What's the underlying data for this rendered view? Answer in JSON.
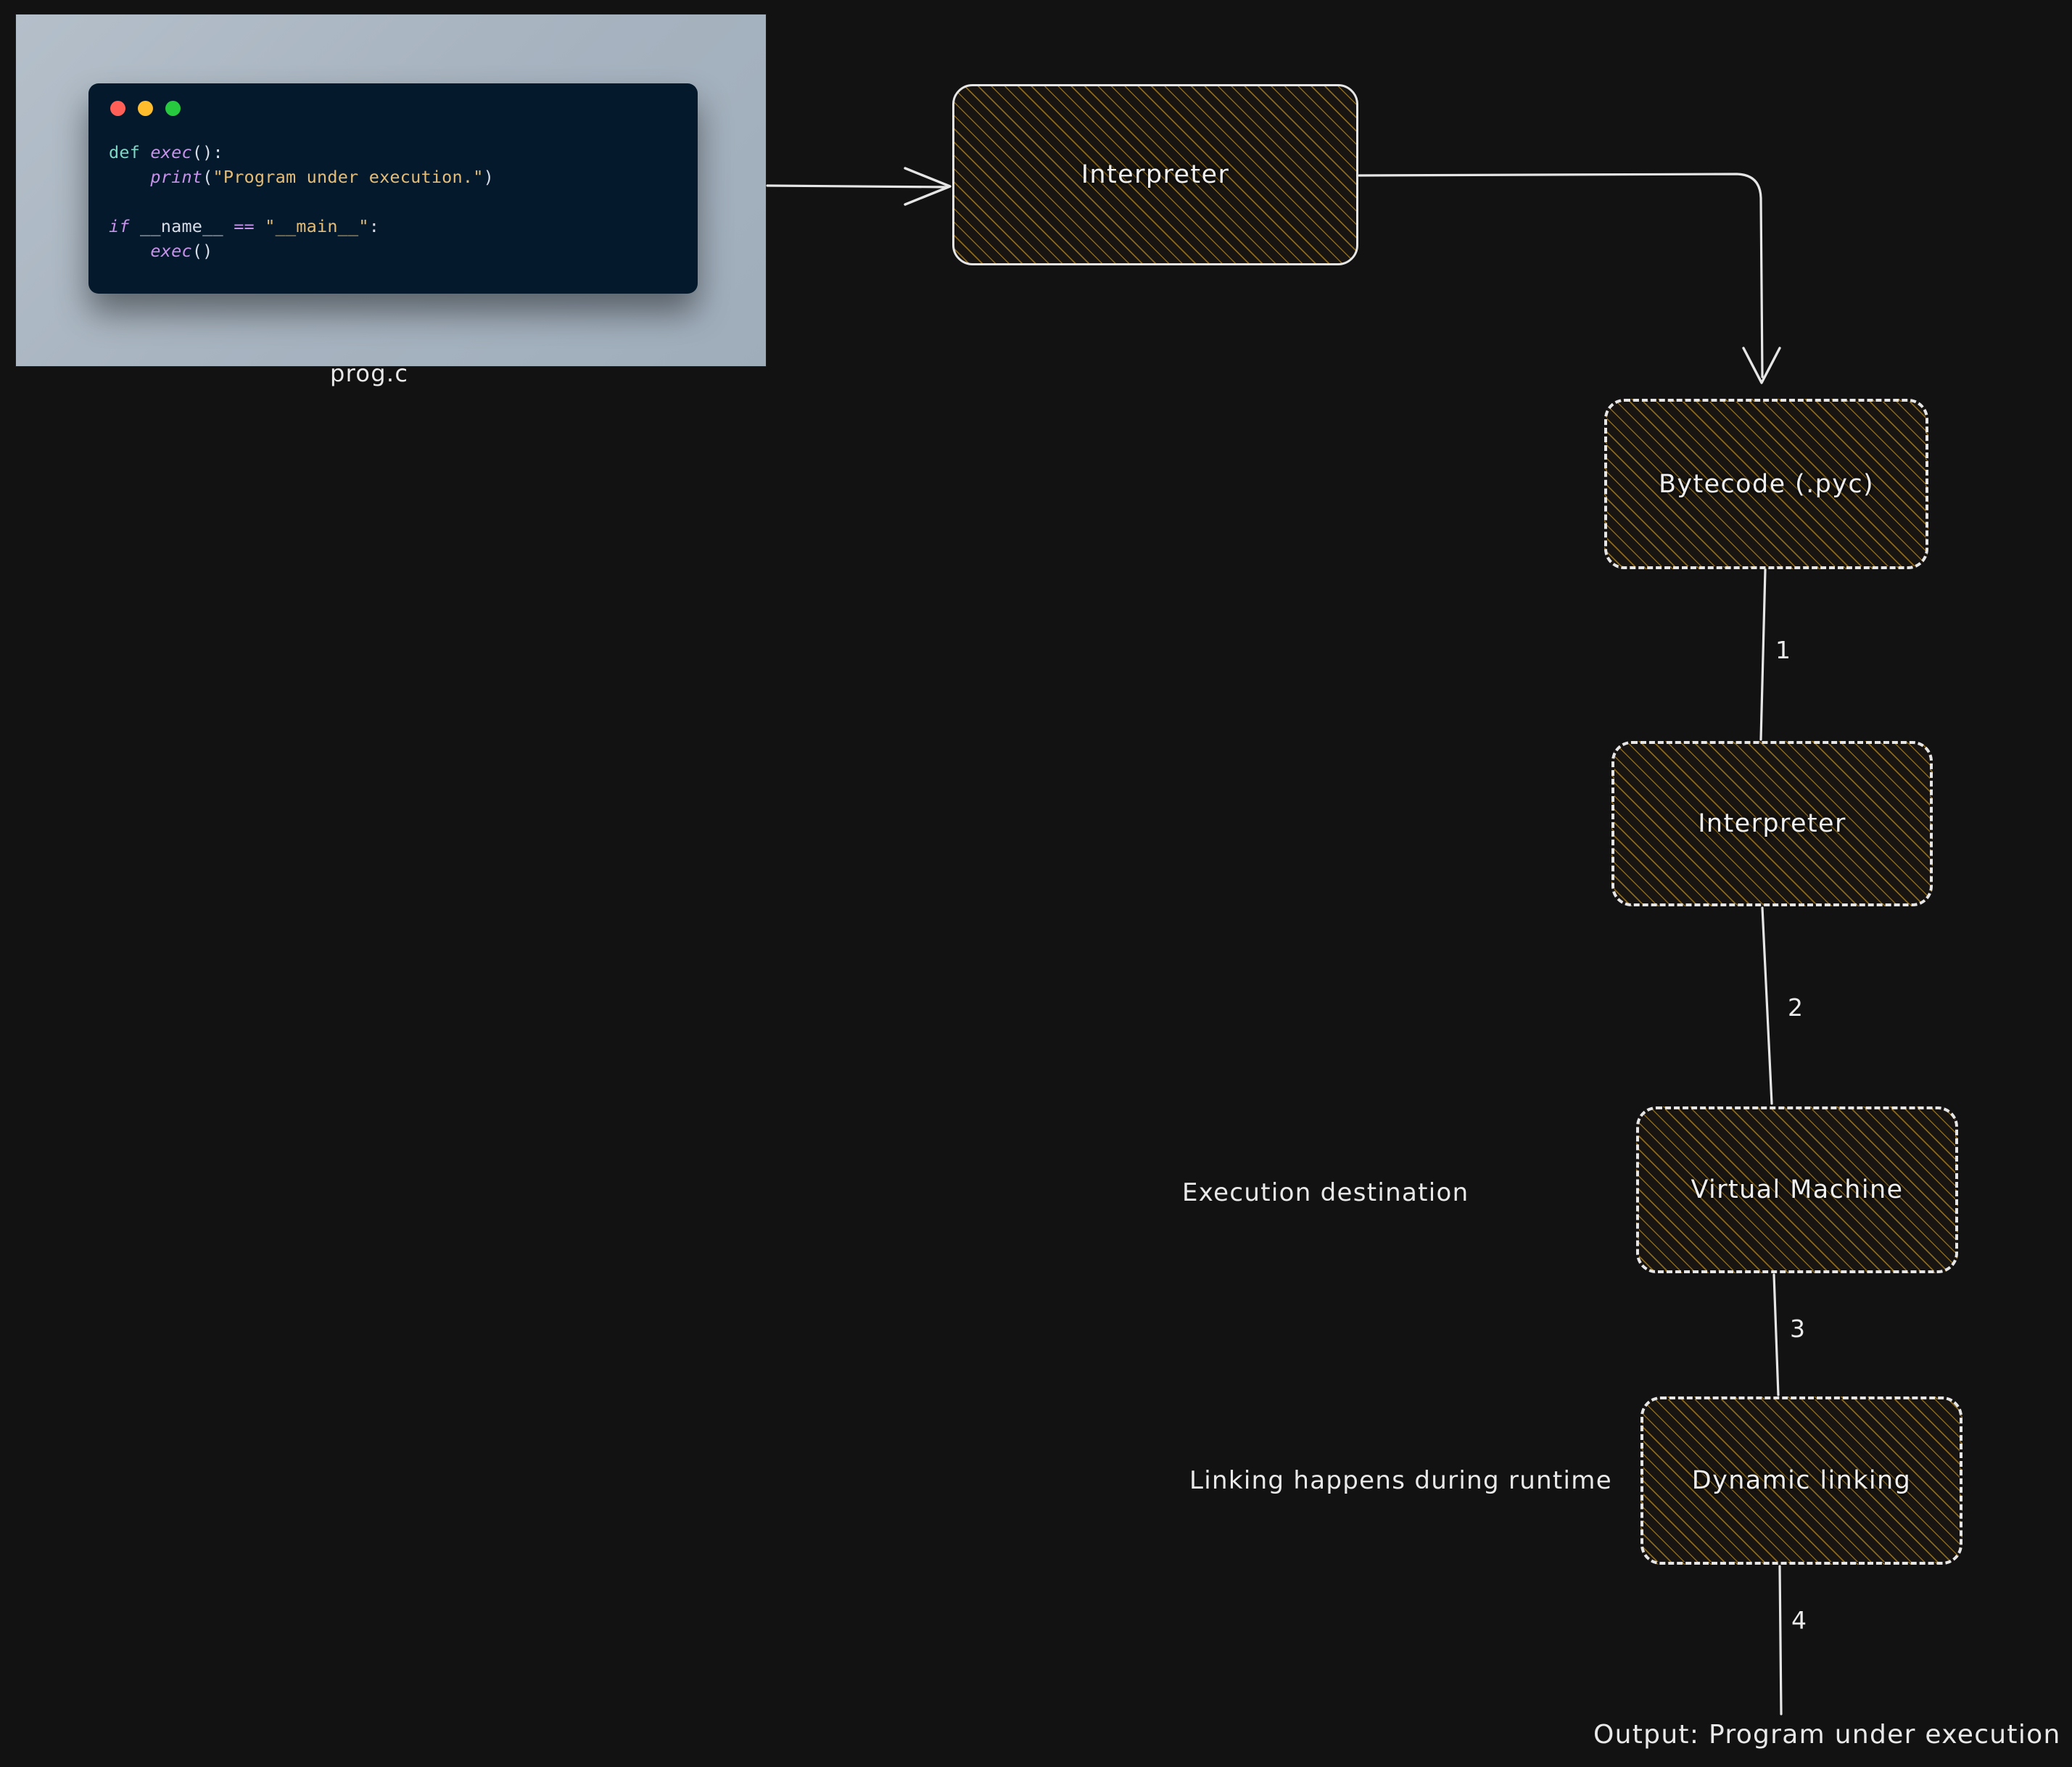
{
  "background_color": "#121212",
  "accent_hatch_color": "#a0781e",
  "stroke_color": "#e6e6e6",
  "code_card": {
    "filename_label": "prog.c",
    "window_background": "#04192b",
    "panel_background": "#aeb9c4",
    "traffic_lights": [
      {
        "name": "close-dot",
        "color": "#ff5f56"
      },
      {
        "name": "minimize-dot",
        "color": "#ffbd2e"
      },
      {
        "name": "maximize-dot",
        "color": "#27c93f"
      }
    ],
    "code_lines": [
      [
        {
          "t": "def ",
          "c": "tok-kw"
        },
        {
          "t": "exec",
          "c": "tok-fn"
        },
        {
          "t": "():",
          "c": "tok-punct"
        }
      ],
      [
        {
          "t": "    ",
          "c": "tok-punct"
        },
        {
          "t": "print",
          "c": "tok-fn"
        },
        {
          "t": "(",
          "c": "tok-punct"
        },
        {
          "t": "\"Program under execution.\"",
          "c": "tok-str"
        },
        {
          "t": ")",
          "c": "tok-punct"
        }
      ],
      [
        {
          "t": "",
          "c": "tok-punct"
        }
      ],
      [
        {
          "t": "if",
          "c": "tok-fn"
        },
        {
          "t": " __name__ ",
          "c": "tok-var"
        },
        {
          "t": "==",
          "c": "tok-op"
        },
        {
          "t": " ",
          "c": "tok-punct"
        },
        {
          "t": "\"__main__\"",
          "c": "tok-str"
        },
        {
          "t": ":",
          "c": "tok-punct"
        }
      ],
      [
        {
          "t": "    ",
          "c": "tok-punct"
        },
        {
          "t": "exec",
          "c": "tok-fn"
        },
        {
          "t": "()",
          "c": "tok-punct"
        }
      ]
    ],
    "code_plain": "def exec():\n    print(\"Program under execution.\")\n\nif __name__ == \"__main__\":\n    exec()"
  },
  "nodes": [
    {
      "id": "interpreter-1",
      "label": "Interpreter",
      "border": "solid"
    },
    {
      "id": "bytecode",
      "label": "Bytecode (.pyc)",
      "border": "dashed"
    },
    {
      "id": "interpreter-2",
      "label": "Interpreter",
      "border": "dashed"
    },
    {
      "id": "virtual-machine",
      "label": "Virtual Machine",
      "border": "dashed"
    },
    {
      "id": "dynamic-linking",
      "label": "Dynamic linking",
      "border": "dashed"
    }
  ],
  "connectors": [
    {
      "from": "prog.c",
      "to": "interpreter-1",
      "label": "",
      "arrow": true
    },
    {
      "from": "interpreter-1",
      "to": "bytecode",
      "label": "",
      "arrow": true
    },
    {
      "from": "bytecode",
      "to": "interpreter-2",
      "label": "1",
      "arrow": false
    },
    {
      "from": "interpreter-2",
      "to": "virtual-machine",
      "label": "2",
      "arrow": false
    },
    {
      "from": "virtual-machine",
      "to": "dynamic-linking",
      "label": "3",
      "arrow": false
    },
    {
      "from": "dynamic-linking",
      "to": "output",
      "label": "4",
      "arrow": false
    }
  ],
  "annotations": {
    "execution_destination": "Execution destination",
    "linking_runtime": "Linking happens during runtime",
    "output": "Output: Program under execution"
  }
}
